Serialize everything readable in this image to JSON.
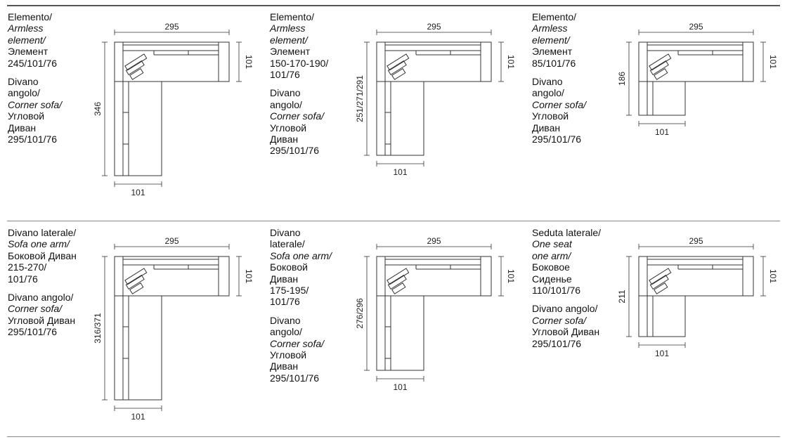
{
  "cells": [
    {
      "lines": [
        "Elemento/",
        "Armless",
        "element/",
        "Элемент",
        "245/101/76",
        "",
        "Divano",
        "angolo/",
        "Corner sofa/",
        "Угловой",
        "Диван",
        "295/101/76"
      ],
      "italic": [
        1,
        2,
        8
      ],
      "dims": {
        "width": "295",
        "depth_right": "101",
        "height_left": "346",
        "width_bottom": "101"
      }
    },
    {
      "lines": [
        "Elemento/",
        "Armless",
        "element/",
        "Элемент",
        "150-170-190/",
        "101/76",
        "",
        "Divano",
        "angolo/",
        "Corner sofa/",
        "Угловой",
        "Диван",
        "295/101/76"
      ],
      "italic": [
        1,
        2,
        9
      ],
      "dims": {
        "width": "295",
        "depth_right": "101",
        "height_left": "251/271/291",
        "width_bottom": "101"
      }
    },
    {
      "lines": [
        "Elemento/",
        "Armless",
        "element/",
        "Элемент",
        "85/101/76",
        "",
        "Divano",
        "angolo/",
        "Corner sofa/",
        "Угловой",
        "Диван",
        "295/101/76"
      ],
      "italic": [
        1,
        2,
        8
      ],
      "dims": {
        "width": "295",
        "depth_right": "101",
        "height_left": "186",
        "width_bottom": "101"
      }
    },
    {
      "lines": [
        "Divano laterale/",
        "Sofa one arm/",
        "Боковой Диван",
        "215-270/",
        "101/76",
        "",
        "Divano angolo/",
        "Corner sofa/",
        "Угловой Диван",
        "295/101/76"
      ],
      "italic": [
        1,
        7
      ],
      "dims": {
        "width": "295",
        "depth_right": "101",
        "height_left": "316/371",
        "width_bottom": "101"
      }
    },
    {
      "lines": [
        "Divano",
        "laterale/",
        "Sofa one arm/",
        "Боковой",
        "Диван",
        "175-195/",
        "101/76",
        "",
        "Divano",
        "angolo/",
        "Corner sofa/",
        "Угловой",
        "Диван",
        "295/101/76"
      ],
      "italic": [
        2,
        10
      ],
      "dims": {
        "width": "295",
        "depth_right": "101",
        "height_left": "276/296",
        "width_bottom": "101"
      }
    },
    {
      "lines": [
        "Seduta laterale/",
        "One seat",
        "one arm/",
        "Боковое",
        "Сиденье",
        "110/101/76",
        "",
        "Divano angolo/",
        "Corner sofa/",
        "Угловой Диван",
        "295/101/76"
      ],
      "italic": [
        1,
        2,
        8
      ],
      "dims": {
        "width": "295",
        "depth_right": "101",
        "height_left": "211",
        "width_bottom": "101"
      }
    }
  ]
}
